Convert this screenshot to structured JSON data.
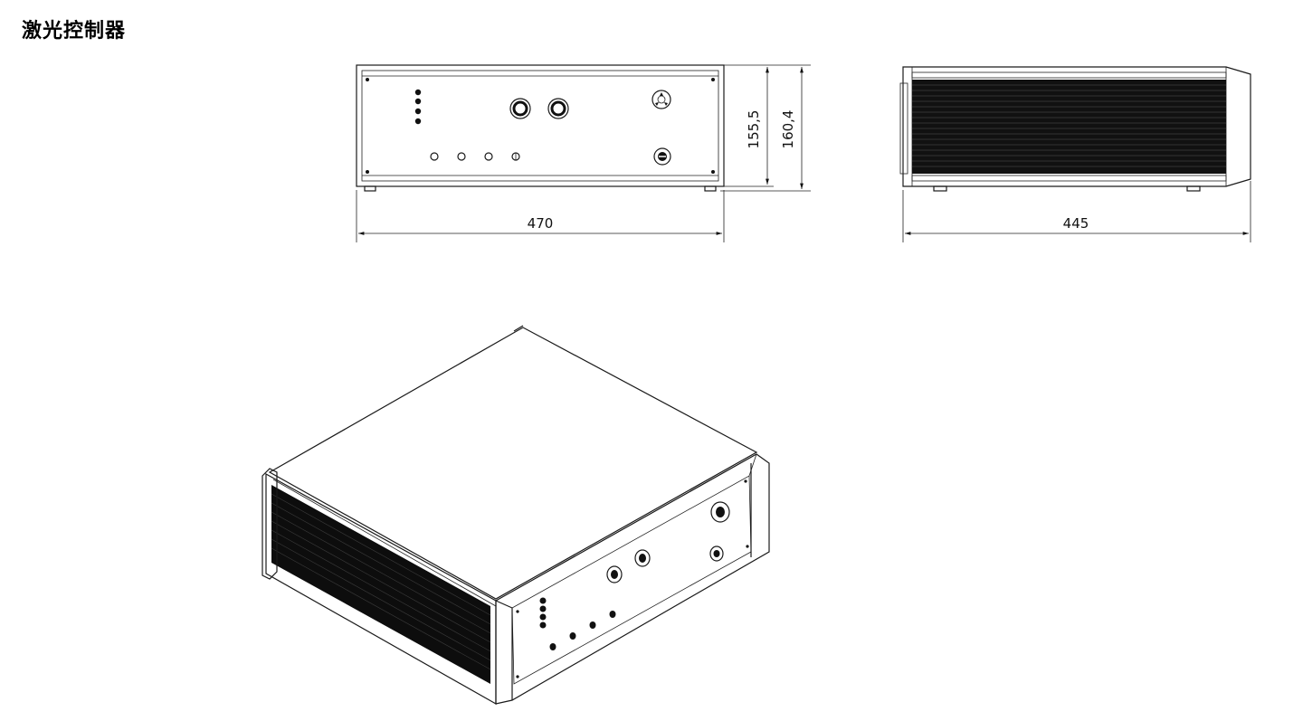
{
  "title": "激光控制器",
  "front_view": {
    "width_label": "470",
    "height_inner_label": "155,5",
    "height_outer_label": "160,4"
  },
  "side_view": {
    "depth_label": "445"
  },
  "colors": {
    "line": "#1a1a1a",
    "panel_dark": "#111111",
    "background": "#ffffff"
  }
}
